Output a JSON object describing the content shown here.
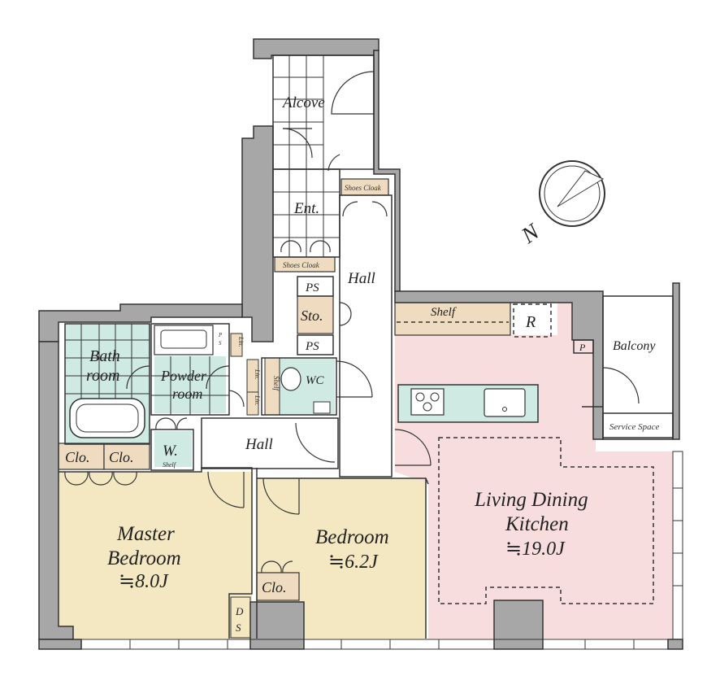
{
  "floor_plan": {
    "rooms": {
      "alcove": "Alcove",
      "entrance": "Ent.",
      "hall_upper": "Hall",
      "hall_lower": "Hall",
      "bath_line1": "Bath",
      "bath_line2": "room",
      "powder_line1": "Powder",
      "powder_line2": "room",
      "wc": "WC",
      "storage": "Sto.",
      "ps_upper": "PS",
      "ps_lower": "PS",
      "shoes_cloak_upper": "Shoes Cloak",
      "shoes_cloak_lower": "Shoes Cloak",
      "shelf_top": "Shelf",
      "refrigerator": "R",
      "balcony": "Balcony",
      "pipe_space": "P",
      "service_space": "Service Space",
      "closet_1": "Clo.",
      "closet_2": "Clo.",
      "closet_3": "Clo.",
      "wardrobe": "W.",
      "wardrobe_shelf": "Shelf",
      "linen_1": "Lin.",
      "linen_2": "Lin.",
      "linen_3": "Lin.",
      "wc_shelf": "Shelf",
      "ps_small_1": "P",
      "ps_small_2": "S",
      "ds_d": "D",
      "ds_s": "S",
      "master_line1": "Master",
      "master_line2": "Bedroom",
      "master_size": "≒8.0J",
      "bedroom_label": "Bedroom",
      "bedroom_size": "≒6.2J",
      "ldk_line1": "Living Dining",
      "ldk_line2": "Kitchen",
      "ldk_size": "≒19.0J"
    },
    "compass": {
      "north_label": "N"
    },
    "colors": {
      "wall": "#a7a7a7",
      "bedroom_floor": "#f3e8c2",
      "ldk_floor": "#f7dddd",
      "wet_area": "#cfe9e3",
      "storage_beige": "#efdcc0"
    }
  }
}
